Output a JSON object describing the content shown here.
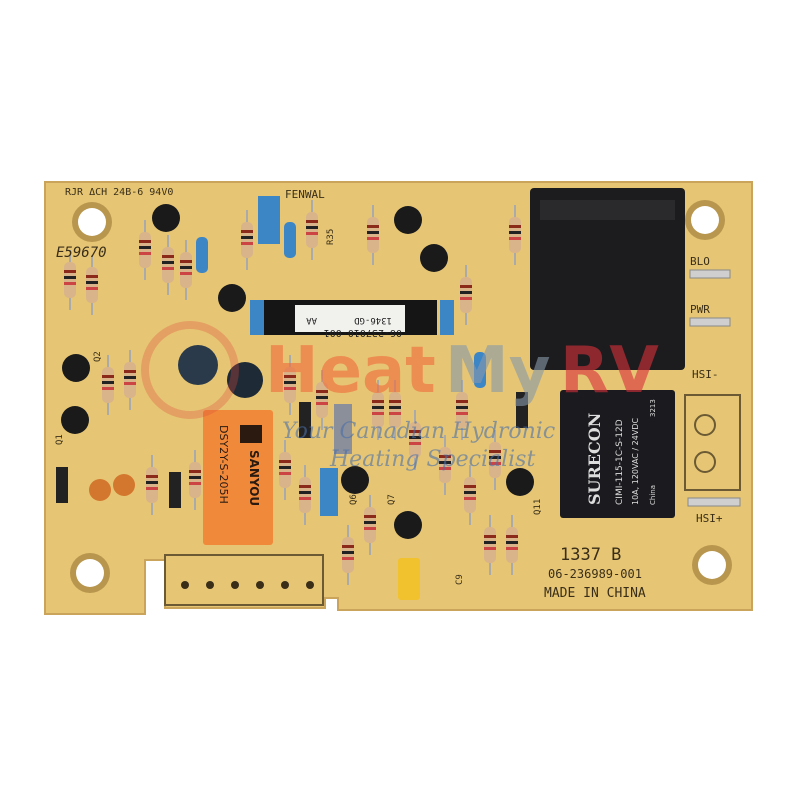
{
  "board": {
    "cert_marks": "RJR ΔCH 24B-6 94V0",
    "part_code": "E59670",
    "brand": "FENWAL",
    "board_number": "06-236989-001",
    "origin": "MADE IN CHINA",
    "revision": "1337 B",
    "terminals": [
      "BLO",
      "PWR",
      "HSI-",
      "HSI+"
    ],
    "designators": [
      "Q6",
      "Q7",
      "Q11",
      "C9",
      "Q1",
      "Q2",
      "R35"
    ],
    "colors": {
      "pcb": "#e6c674",
      "relay_black": "#1c1c1e",
      "relay_orange": "#f08a3a",
      "capacitor_blue": "#3d86c6"
    }
  },
  "ic": {
    "line1": "06-237010-001",
    "line2": "1346-GD",
    "line3": "AA"
  },
  "relay_main": {
    "brand": "SURECON",
    "model": "CIMI-115-1C-S-12D",
    "rating": "10A, 120VAC / 24VDC",
    "date": "3213",
    "origin": "China"
  },
  "relay_small": {
    "brand": "SANYOU",
    "model": "DSY2Y-S-205H"
  },
  "watermark": {
    "logo": "Heat My RV",
    "tagline": "Your Canadian Hydronic Heating Specialist"
  }
}
